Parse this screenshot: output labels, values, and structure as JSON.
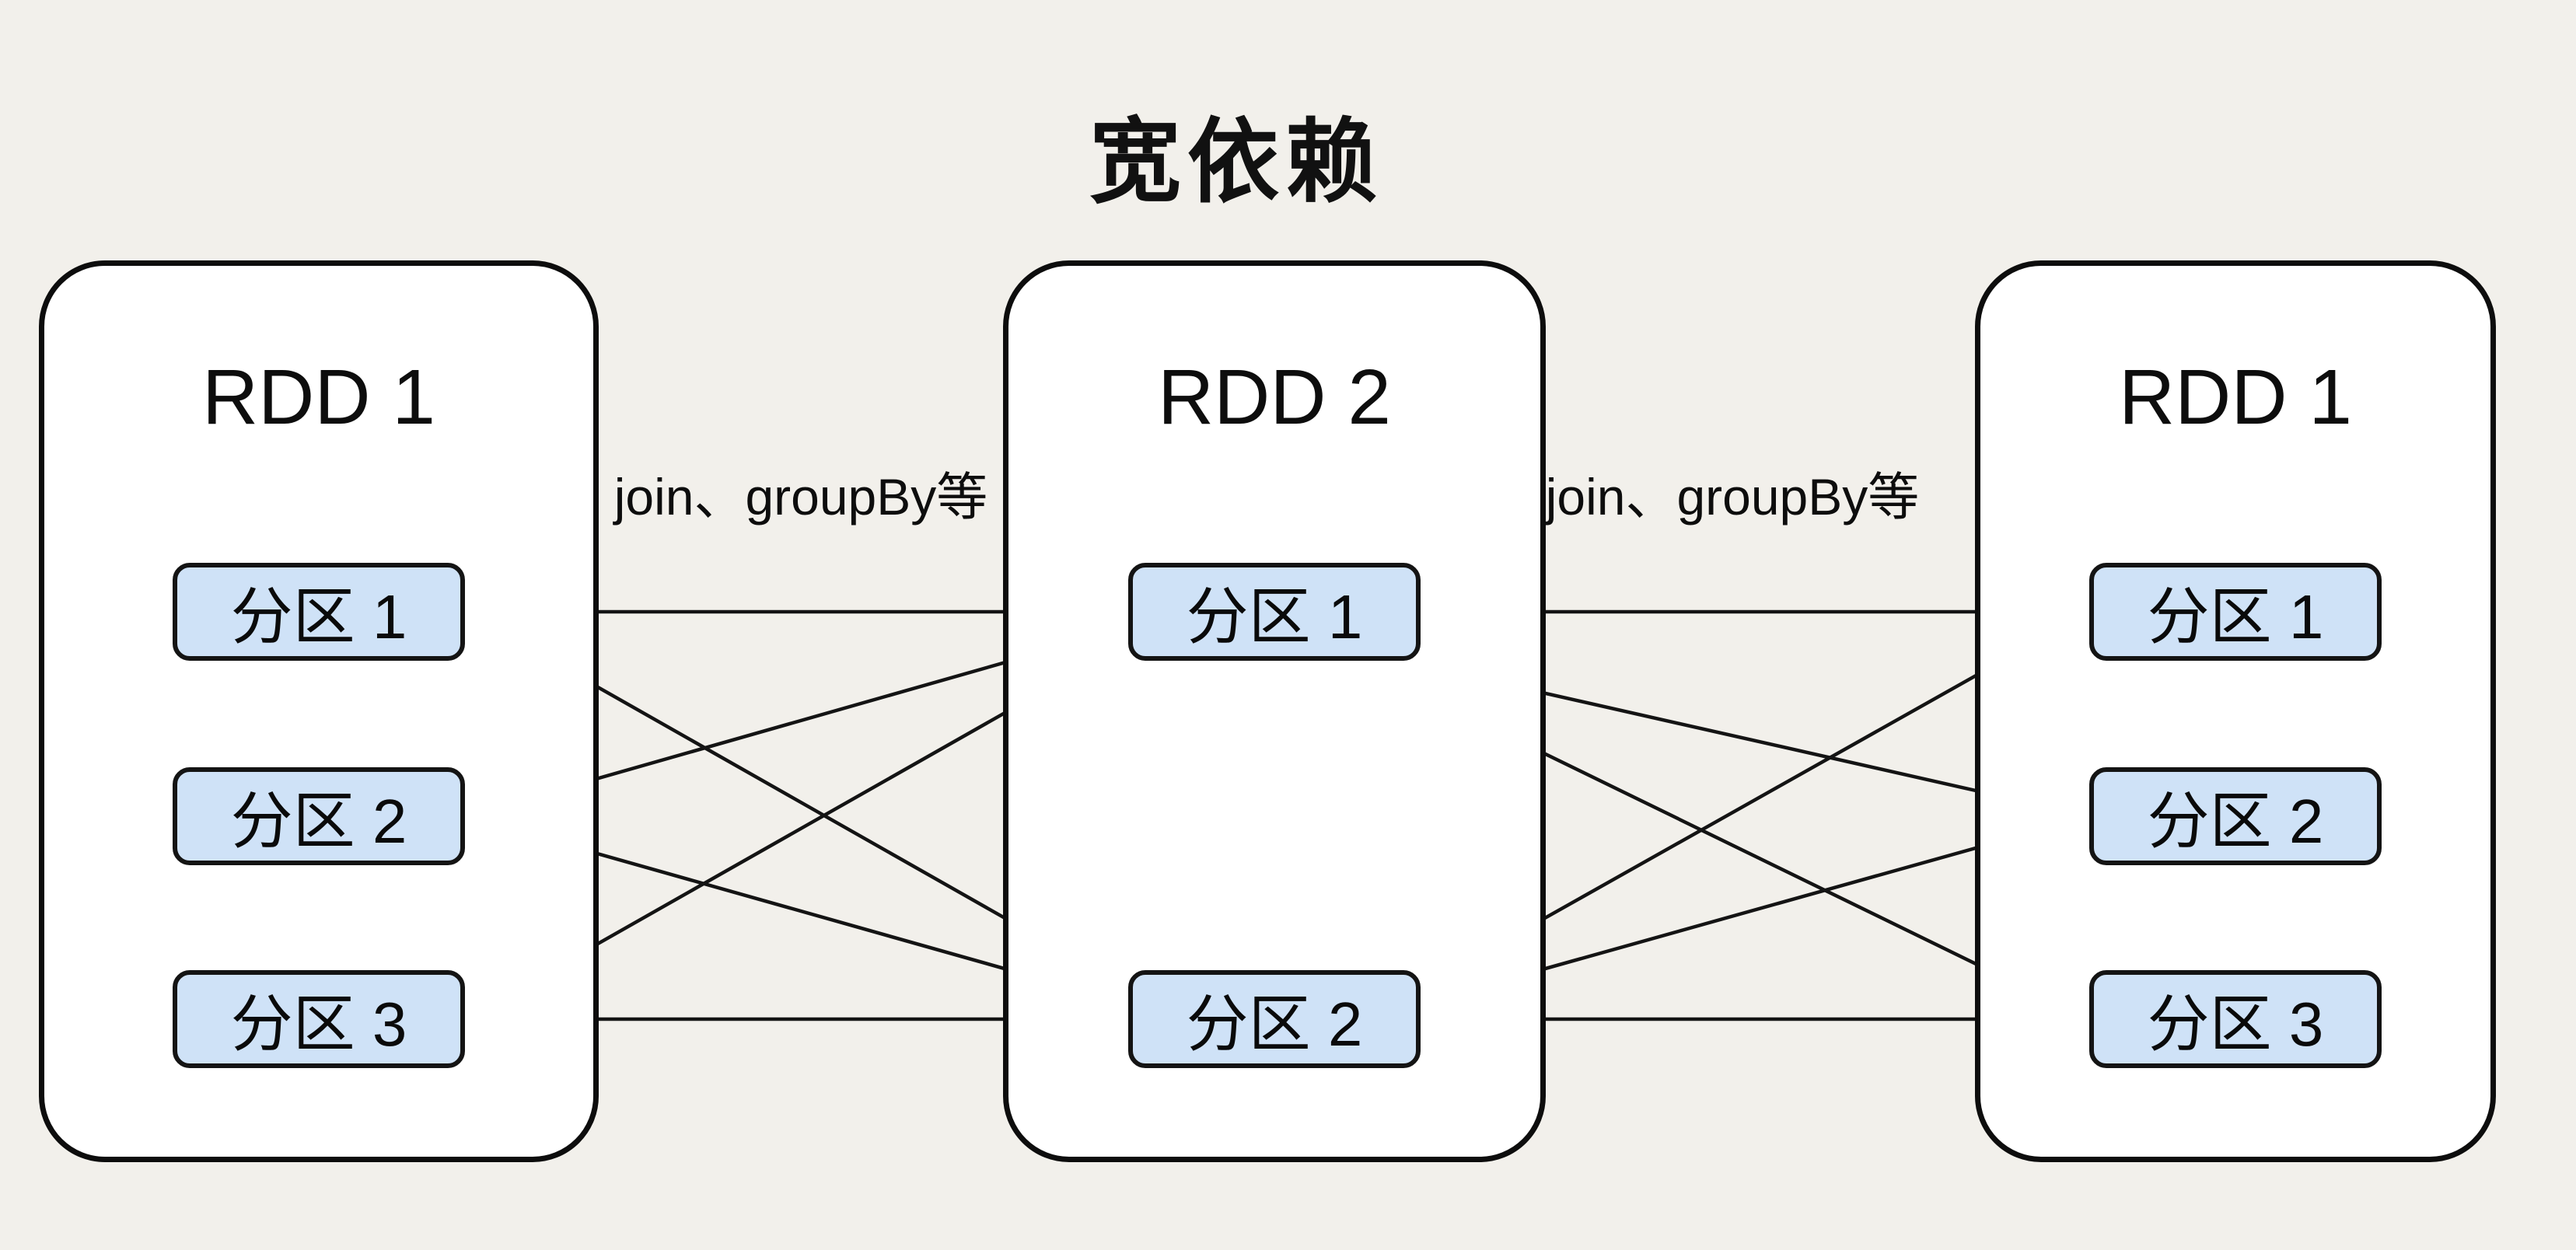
{
  "title": "宽依赖",
  "rdds": [
    {
      "id": "left",
      "label": "RDD 1",
      "partitions": [
        {
          "id": "L1",
          "label": "分区 1"
        },
        {
          "id": "L2",
          "label": "分区 2"
        },
        {
          "id": "L3",
          "label": "分区 3"
        }
      ]
    },
    {
      "id": "middle",
      "label": "RDD 2",
      "partitions": [
        {
          "id": "M1",
          "label": "分区 1"
        },
        {
          "id": "M2",
          "label": "分区 2"
        }
      ]
    },
    {
      "id": "right",
      "label": "RDD 1",
      "partitions": [
        {
          "id": "R1",
          "label": "分区 1"
        },
        {
          "id": "R2",
          "label": "分区 2"
        },
        {
          "id": "R3",
          "label": "分区 3"
        }
      ]
    }
  ],
  "edge_labels": [
    {
      "text": "join、groupBy等"
    },
    {
      "text": "join、groupBy等"
    }
  ],
  "edges": [
    {
      "from": "L1",
      "to": "M1"
    },
    {
      "from": "L2",
      "to": "M1"
    },
    {
      "from": "L3",
      "to": "M1"
    },
    {
      "from": "L1",
      "to": "M2"
    },
    {
      "from": "L2",
      "to": "M2"
    },
    {
      "from": "L3",
      "to": "M2"
    },
    {
      "from": "R1",
      "to": "M1"
    },
    {
      "from": "R2",
      "to": "M1"
    },
    {
      "from": "R3",
      "to": "M1"
    },
    {
      "from": "R1",
      "to": "M2"
    },
    {
      "from": "R2",
      "to": "M2"
    },
    {
      "from": "R3",
      "to": "M2"
    }
  ],
  "colors": {
    "background": "#f2f0eb",
    "box_fill": "#ffffff",
    "box_border": "#0d0d0d",
    "partition_fill": "#cfe2f7",
    "partition_border": "#141414",
    "arrow": "#141414",
    "text": "#111111"
  }
}
